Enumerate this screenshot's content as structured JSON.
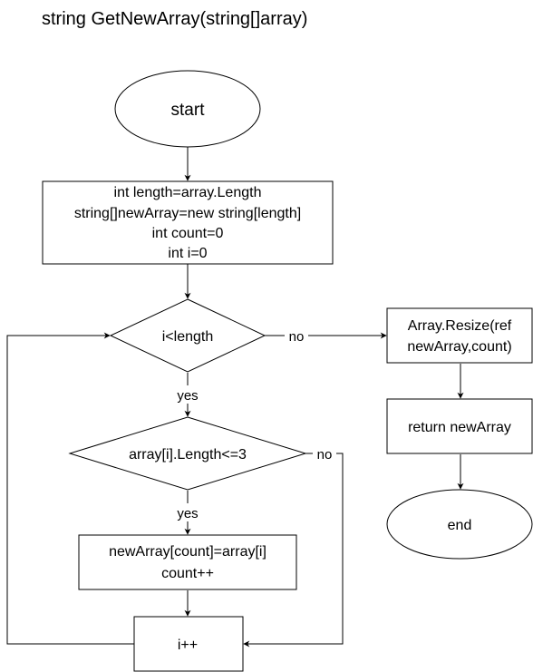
{
  "title": "string GetNewArray(string[]array)",
  "nodes": {
    "start": "start",
    "init_lines": [
      "int length=array.Length",
      "string[]newArray=new string[length]",
      "int count=0",
      "int i=0"
    ],
    "loop_condition": "i<length",
    "filter_condition": "array[i].Length<=3",
    "assign_lines": [
      "newArray[count]=array[i]",
      "count++"
    ],
    "increment": "i++",
    "resize_lines": [
      "Array.Resize(ref",
      "newArray,count)"
    ],
    "return": "return newArray",
    "end": "end"
  },
  "edge_labels": {
    "loop_no": "no",
    "loop_yes": "yes",
    "filter_yes": "yes",
    "filter_no": "no"
  }
}
